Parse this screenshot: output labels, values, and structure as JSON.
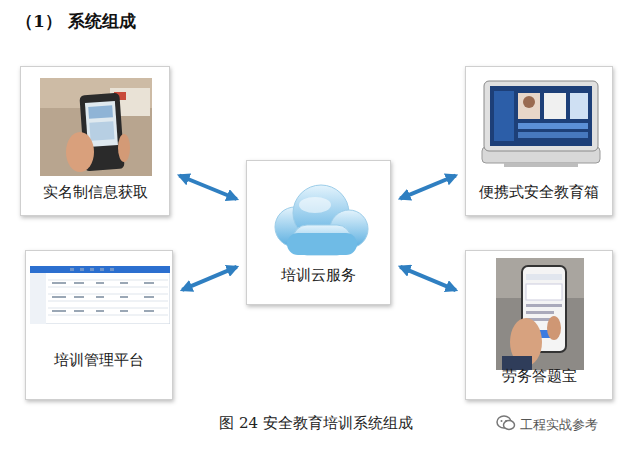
{
  "diagram": {
    "title": "（1） 系统组成",
    "caption": "图 24 安全教育培训系统组成",
    "nodes": [
      {
        "text": [
          "实名制信息获取"
        ]
      },
      {
        "text": [
          "便携式安全教育箱"
        ]
      },
      {
        "text": [
          "培训云服务"
        ]
      },
      {
        "text": [
          "培训管理平台"
        ]
      },
      {
        "text": [
          "劳务答题宝"
        ]
      }
    ],
    "edges": [
      {
        "from": 0,
        "to": 2,
        "arrow": "both"
      },
      {
        "from": 1,
        "to": 2,
        "arrow": "both"
      },
      {
        "from": 2,
        "to": 3,
        "arrow": "both"
      },
      {
        "from": 2,
        "to": 4,
        "arrow": "both"
      }
    ],
    "labels": [
      "工程实战参考"
    ]
  }
}
